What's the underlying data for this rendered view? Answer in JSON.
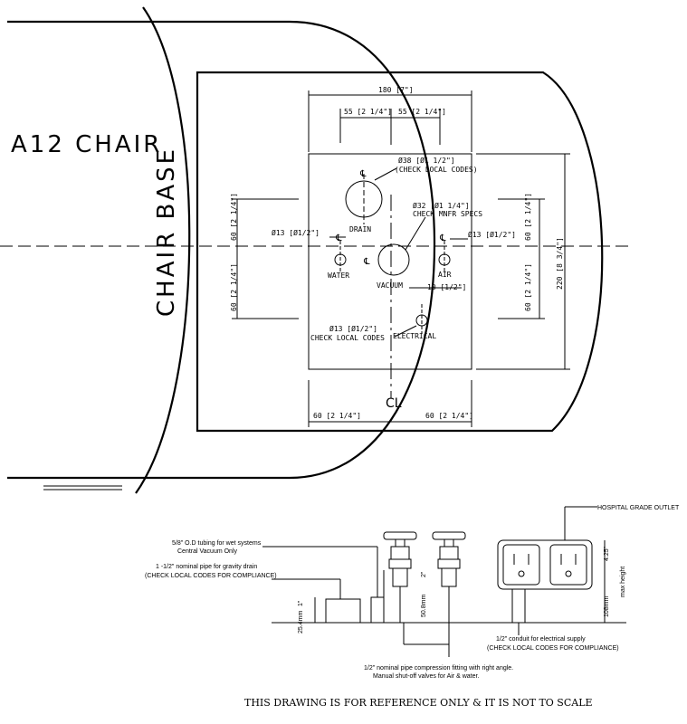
{
  "title": "A12 CHAIR",
  "chair_base": "CHAIR BASE",
  "dims": {
    "overall_width": "180 [7\"]",
    "offset_left": "55 [2 1/4\"]",
    "offset_right": "55 [2 1/4\"]",
    "bottom_left": "60 [2 1/4\"]",
    "bottom_right": "60 [2 1/4\"]",
    "left_upper": "60 [2 1/4\"]",
    "left_lower": "60 [2 1/4\"]",
    "right_upper": "60 [2 1/4\"]",
    "right_lower": "60 [2 1/4\"]",
    "right_overall": "220 [8 3/4\"]",
    "vacuum_offset": "10 [1/2\"]"
  },
  "callouts": {
    "drain_size": "Ø38 [Ø1 1/2\"]",
    "drain_note": "(CHECK LOCAL CODES)",
    "vacuum_size": "Ø32 [Ø1 1/4\"]",
    "vacuum_note": "CHECK MNFR SPECS",
    "water_size": "Ø13 [Ø1/2\"]",
    "air_size": "Ø13 [Ø1/2\"]",
    "elec_size": "Ø13 [Ø1/2\"]",
    "elec_note": "CHECK LOCAL CODES"
  },
  "labels": {
    "drain": "DRAIN",
    "water": "WATER",
    "vacuum": "VACUUM",
    "air": "AIR",
    "electrical": "ELECTRICAL",
    "cl_symbol": "℄",
    "center_line": "CL"
  },
  "elevation": {
    "tubing_line1": "5/8\" O.D tubing for wet systems",
    "tubing_line2": "Central Vacuum Only",
    "drain_pipe_line1": "1 -1/2\" nominal pipe for gravity drain",
    "drain_pipe_line2": "(CHECK LOCAL CODES FOR COMPLIANCE)",
    "outlet": "HOSPITAL GRADE OUTLET",
    "dim_1in": "1\"",
    "dim_25mm": "25.4mm",
    "dim_2in": "2\"",
    "dim_50mm": "50.8mm",
    "dim_425": "4.25\"",
    "dim_108": "108mm",
    "max_height": "max height",
    "conduit_line1": "1/2\" conduit for electrical supply",
    "conduit_line2": "(CHECK LOCAL CODES FOR COMPLIANCE)",
    "fitting_line1": "1/2\" nominal pipe compression fitting with right angle.",
    "fitting_line2": "Manual shut-off valves for Air & water."
  },
  "disclaimer": "THIS DRAWING IS FOR REFERENCE ONLY & IT IS NOT TO SCALE"
}
